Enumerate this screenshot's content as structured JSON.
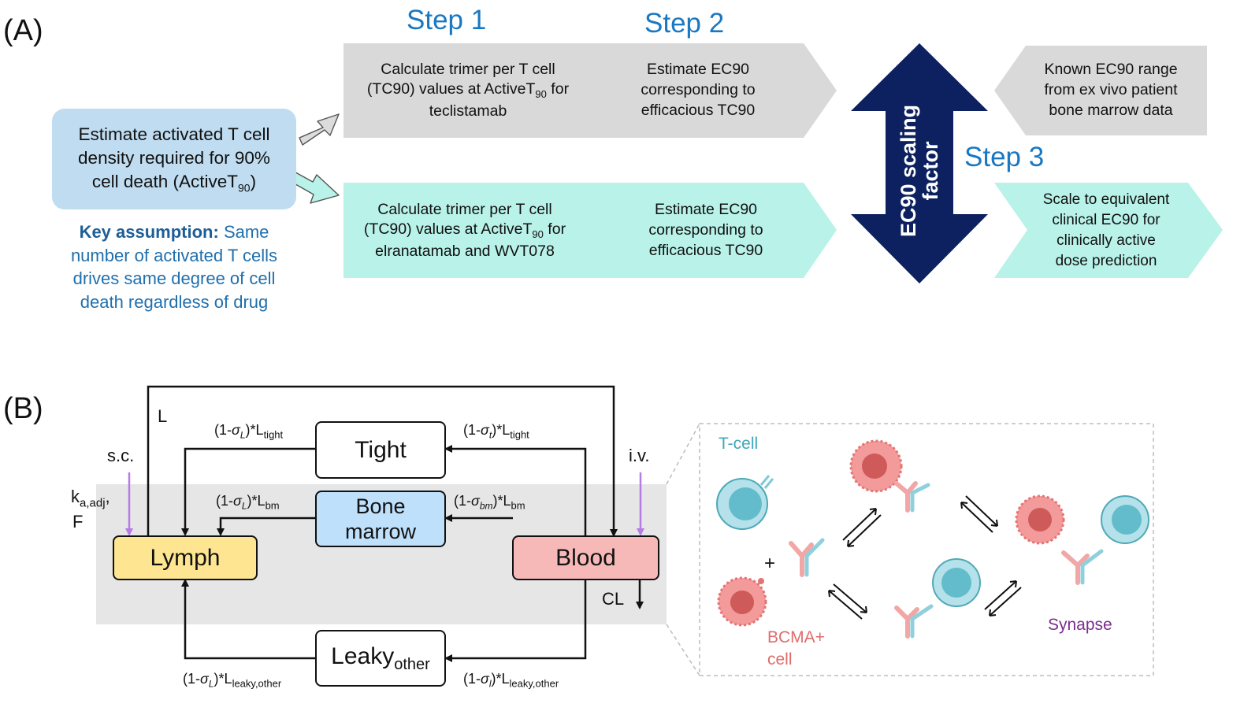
{
  "panel_a": {
    "label": "(A)",
    "steps": {
      "step1": "Step 1",
      "step2": "Step 2",
      "step3": "Step 3"
    },
    "start_box": {
      "line1": "Estimate activated T cell",
      "line2": "density required for 90%",
      "line3": "cell death (ActiveT",
      "line3_sub": "90",
      "line3_end": ")"
    },
    "key_assumption": {
      "bold": "Key assumption:",
      "rest": " Same number of activated T cells drives same degree of cell death regardless of drug"
    },
    "row1": {
      "calc": {
        "line1": "Calculate trimer per T cell",
        "line2": "(TC90) values at ActiveT",
        "line2_sub": "90",
        "line2_end": " for",
        "line3": "teclistamab"
      },
      "estimate": {
        "line1": "Estimate EC90",
        "line2": "corresponding to",
        "line3": "efficacious TC90"
      },
      "known": {
        "line1": "Known EC90 range",
        "line2": "from ex vivo patient",
        "line3": "bone marrow data"
      }
    },
    "row2": {
      "calc": {
        "line1": "Calculate trimer per T cell",
        "line2": "(TC90) values at ActiveT",
        "line2_sub": "90",
        "line2_end": " for",
        "line3": "elranatamab and WVT078"
      },
      "estimate": {
        "line1": "Estimate EC90",
        "line2": "corresponding to",
        "line3": "efficacious TC90"
      },
      "scale": {
        "line1": "Scale to equivalent",
        "line2": "clinical EC90 for",
        "line3": "clinically active",
        "line4": "dose prediction"
      }
    },
    "scaling_arrow": {
      "line1": "EC90 scaling",
      "line2": "factor"
    }
  },
  "panel_b": {
    "label": "(B)",
    "compartments": {
      "tight": "Tight",
      "bone_marrow_1": "Bone",
      "bone_marrow_2": "marrow",
      "lymph": "Lymph",
      "blood": "Blood",
      "leaky": "Leaky",
      "leaky_sub": "other"
    },
    "flows": {
      "L": "L",
      "sc": "s.c.",
      "iv": "i.v.",
      "ka": "k",
      "ka_sub": "a,adj",
      "ka_end": ",",
      "F": "F",
      "CL": "CL",
      "lymph_tight": {
        "pre": "(1-",
        "sym": "σ",
        "symsub": "L",
        "mid": ")*L",
        "sub": "tight"
      },
      "blood_tight": {
        "pre": "(1-",
        "sym": "σ",
        "symsub": "t",
        "mid": ")*L",
        "sub": "tight"
      },
      "lymph_bm": {
        "pre": "(1-",
        "sym": "σ",
        "symsub": "L",
        "mid": ")*L",
        "sub": "bm"
      },
      "blood_bm": {
        "pre": "(1-",
        "sym": "σ",
        "symsub": "bm",
        "mid": ")*L",
        "sub": "bm"
      },
      "lymph_leaky": {
        "pre": "(1-",
        "sym": "σ",
        "symsub": "L",
        "mid": ")*L",
        "sub": "leaky,other"
      },
      "blood_leaky": {
        "pre": "(1-",
        "sym": "σ",
        "symsub": "l",
        "mid": ")*L",
        "sub": "leaky,other"
      }
    },
    "mechanism": {
      "tcell": "T-cell",
      "bcma1": "BCMA+",
      "bcma2": "cell",
      "synapse": "Synapse",
      "plus": "+"
    },
    "colors": {
      "lymph": "#fde591",
      "blood": "#f7b8b8",
      "bone_marrow": "#bfe0fb",
      "band": "#e6e6e6",
      "tcell": "#4fb8c6",
      "bcma_cell": "#ef7f7f",
      "synapse": "#7a2d8f",
      "input_arrow": "#c693ea"
    }
  }
}
